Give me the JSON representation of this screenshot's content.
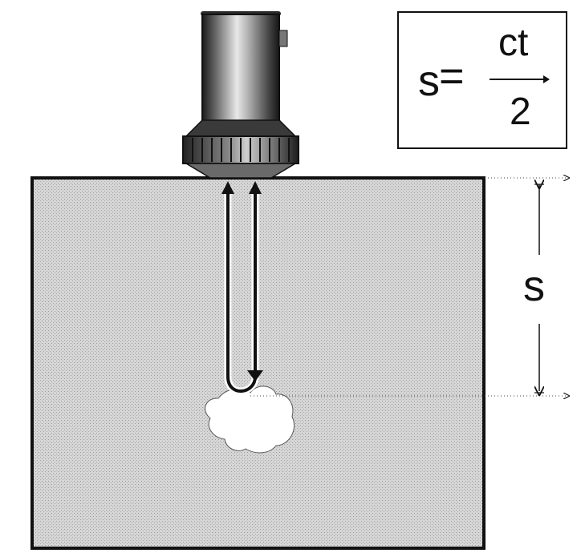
{
  "formula": {
    "lhs": "s",
    "equals": "=",
    "numerator": "ct",
    "denominator": "2"
  },
  "distance_label": "s",
  "colors": {
    "block_fill": "#d2d2d2",
    "outline": "#111111",
    "flaw_fill": "#ffffff",
    "probe_body": "#8a8a8a"
  },
  "icons": [
    "ultrasonic-probe-icon",
    "flaw-icon",
    "sound-path-arrow-icon",
    "dimension-arrow-icon"
  ]
}
